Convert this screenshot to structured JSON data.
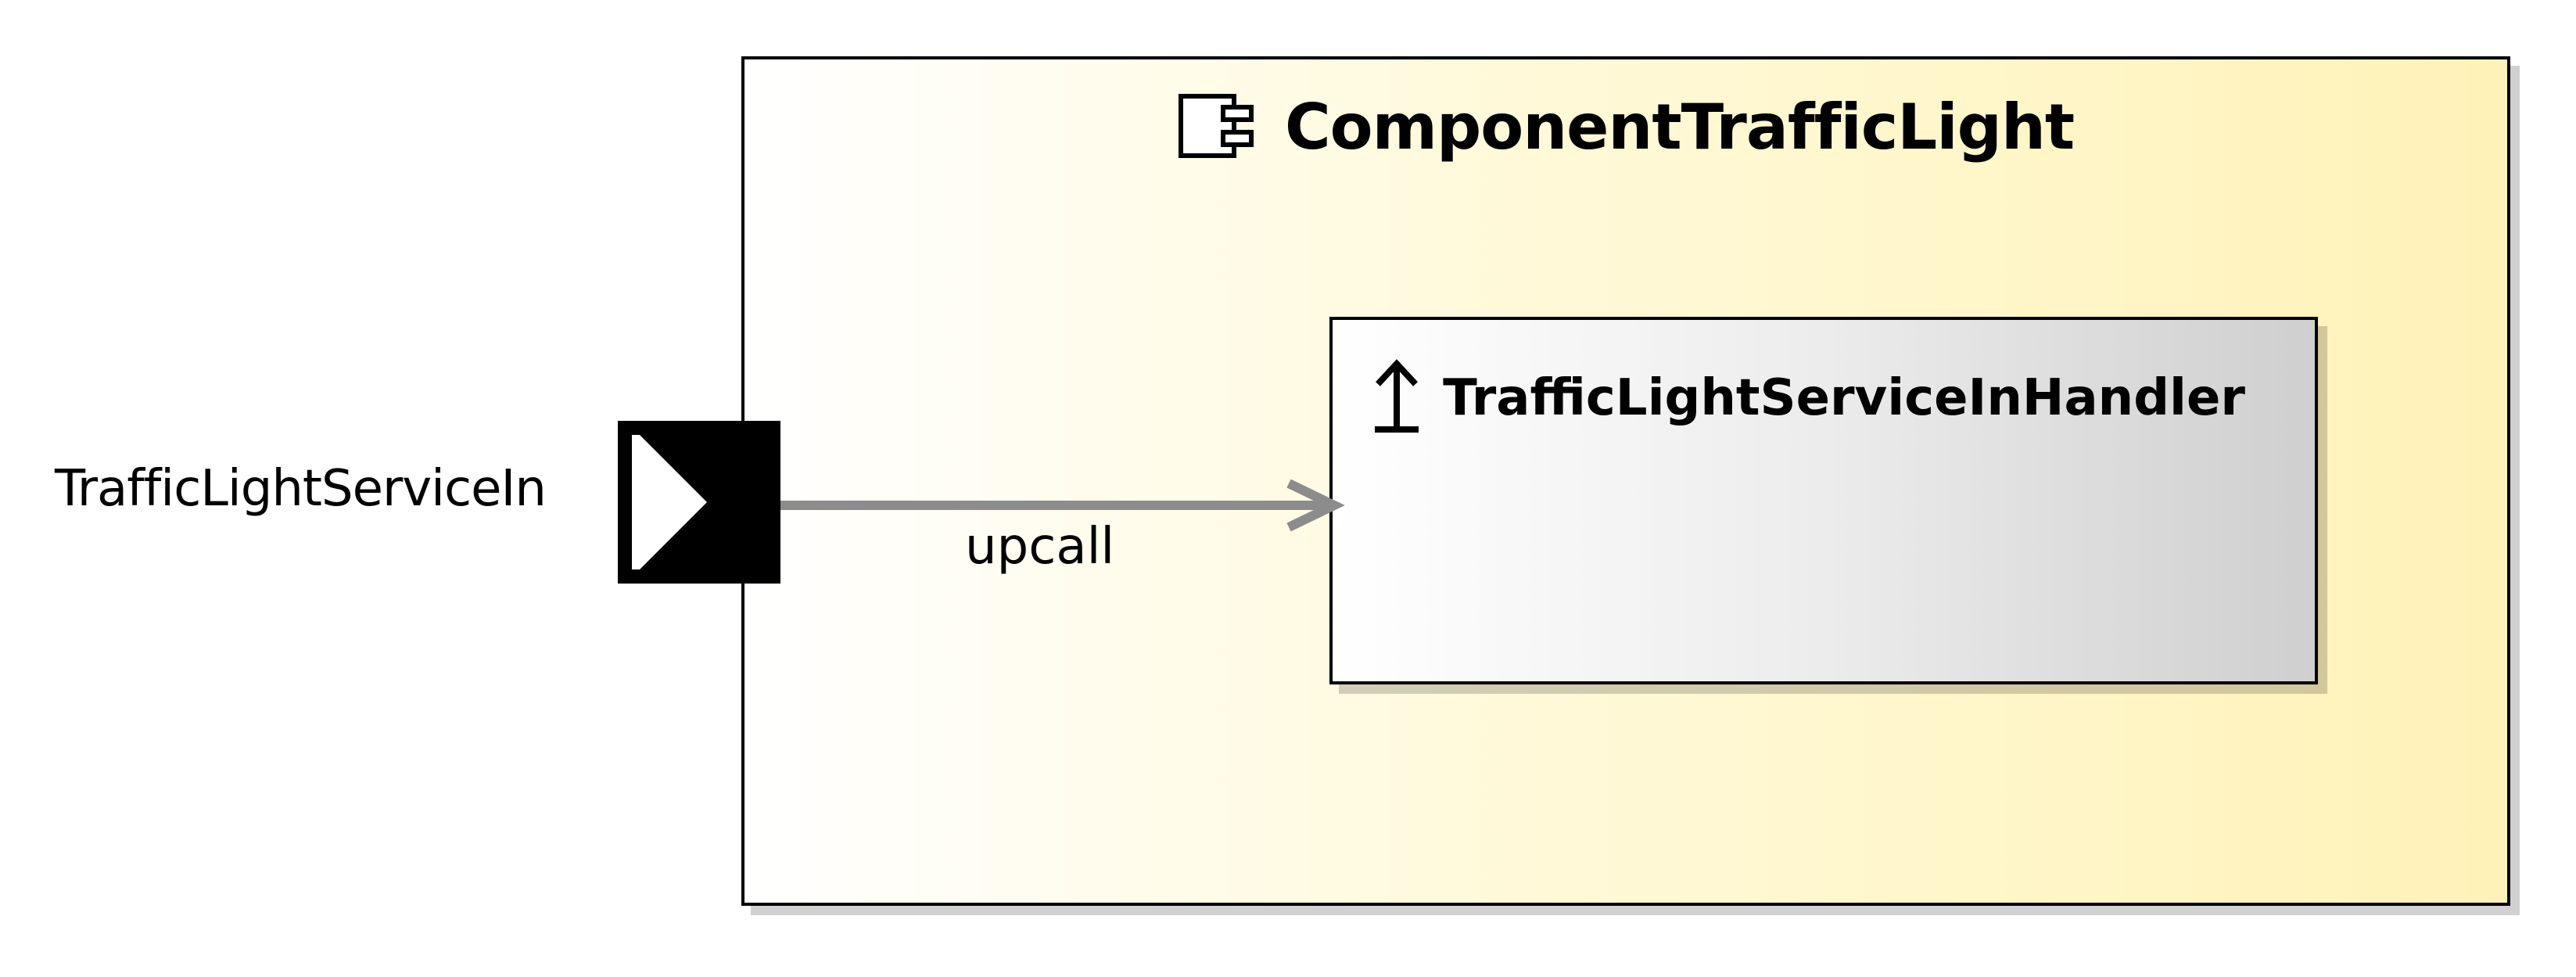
{
  "component": {
    "title": "ComponentTrafficLight",
    "icon": "component-icon"
  },
  "handler": {
    "title": "TrafficLightServiceInHandler",
    "icon": "upward-arrow-icon"
  },
  "port": {
    "label": "TrafficLightServiceIn",
    "icon": "port-icon"
  },
  "connector": {
    "label": "upcall",
    "color": "#8c8c8c"
  },
  "colors": {
    "component_fill_start": "#ffffff",
    "component_fill_end": "#fff2b8",
    "handler_fill_start": "#ffffff",
    "handler_fill_end": "#cfcfcf",
    "border": "#000000"
  }
}
